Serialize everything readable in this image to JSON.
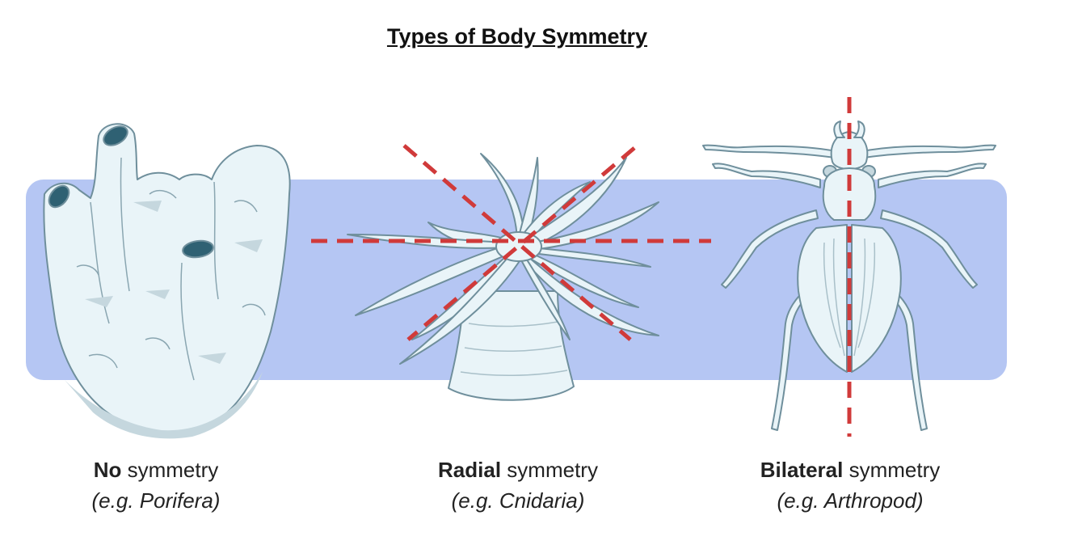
{
  "title": "Types of Body Symmetry",
  "colors": {
    "band": "#b5c6f3",
    "body_fill": "#e9f4f8",
    "outline": "#6f8f9c",
    "shade": "#c5d7de",
    "dark_opening": "#2f6173",
    "symmetry_line": "#d03a3a"
  },
  "panels": [
    {
      "illustration": "sponge-illustration",
      "bold": "No",
      "rest": " symmetry",
      "example": "(e.g. Porifera)"
    },
    {
      "illustration": "sea-anemone-illustration",
      "bold": "Radial",
      "rest": " symmetry",
      "example": "(e.g. Cnidaria)"
    },
    {
      "illustration": "beetle-illustration",
      "bold": "Bilateral",
      "rest": " symmetry",
      "example": "(e.g. Arthropod)"
    }
  ]
}
